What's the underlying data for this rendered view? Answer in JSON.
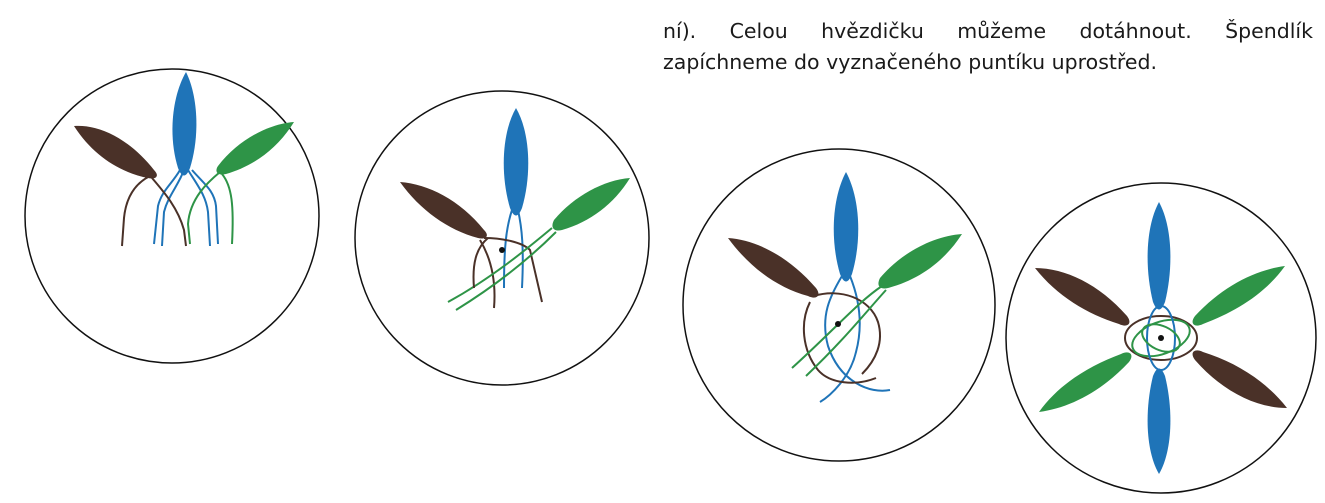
{
  "text": {
    "line1": "ní). Celou hvězdičku můžeme dotáhnout. Špendlík",
    "line2": "zapíchneme do vyznačeného puntíku uprostřed."
  },
  "colors": {
    "blue": "#1f74b8",
    "green": "#2e9447",
    "brown": "#4a3128",
    "outline": "#111111"
  },
  "illustrations": [
    {
      "name": "step-1",
      "description_icon": "woven-star-step-1-icon"
    },
    {
      "name": "step-2",
      "description_icon": "woven-star-step-2-icon"
    },
    {
      "name": "step-3",
      "description_icon": "woven-star-step-3-icon"
    },
    {
      "name": "step-4",
      "description_icon": "woven-star-step-4-icon"
    }
  ]
}
